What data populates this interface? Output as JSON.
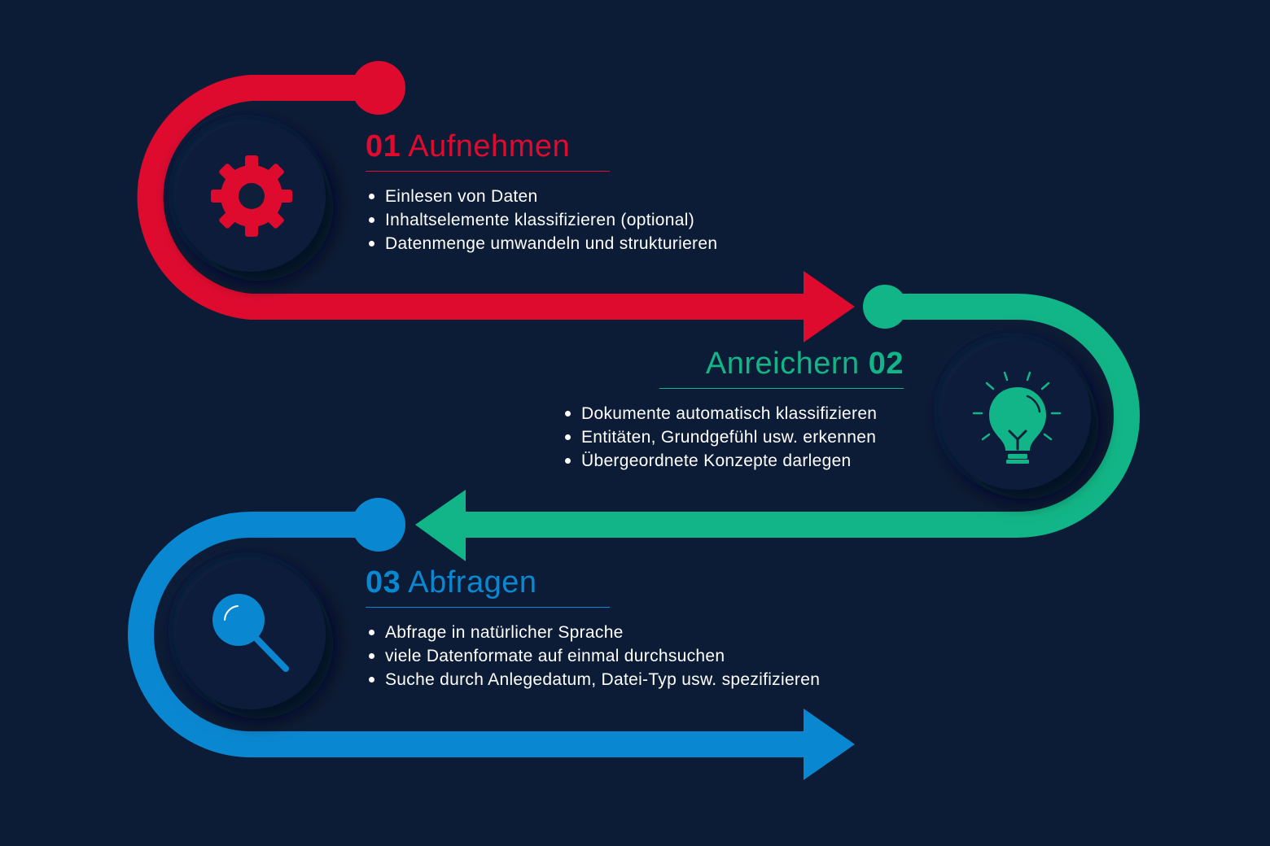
{
  "colors": {
    "background": "#0d1c36",
    "step1": "#de0b2f",
    "step2": "#12b587",
    "step3": "#0a87d1",
    "badge": "#0f1f3a"
  },
  "steps": [
    {
      "number": "01",
      "name": "Aufnehmen",
      "icon": "gear-icon",
      "items": [
        "Einlesen von Daten",
        "Inhaltselemente klassifizieren (optional)",
        "Datenmenge umwandeln und strukturieren"
      ]
    },
    {
      "number": "02",
      "name": "Anreichern",
      "icon": "lightbulb-icon",
      "items": [
        "Dokumente automatisch klassifizieren",
        "Entitäten, Grundgefühl usw. erkennen",
        "Übergeordnete Konzepte darlegen"
      ]
    },
    {
      "number": "03",
      "name": "Abfragen",
      "icon": "magnifier-icon",
      "items": [
        "Abfrage in natürlicher Sprache",
        "viele Datenformate auf einmal durchsuchen",
        "Suche durch Anlegedatum, Datei-Typ usw. spezifizieren"
      ]
    }
  ]
}
